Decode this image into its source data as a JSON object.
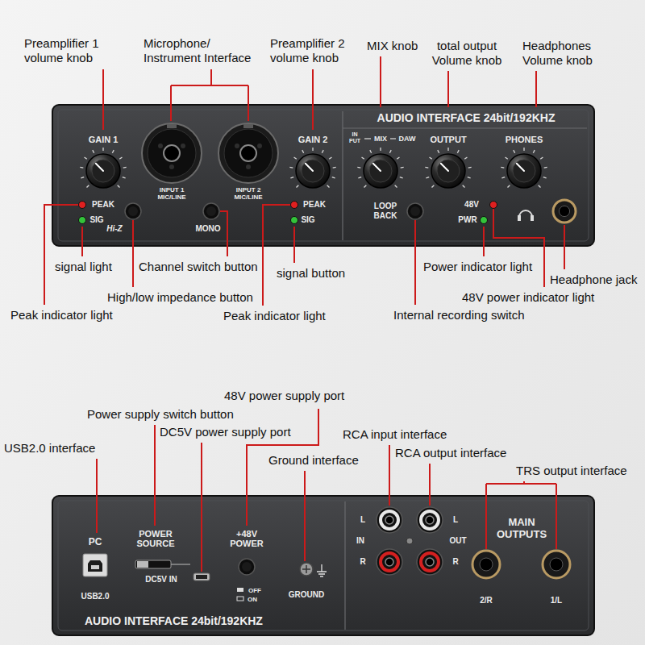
{
  "diagram": {
    "labels": [
      "Preamplifier 1 volume knob",
      "Microphone/ Instrument Interface",
      "Preamplifier 2 volume knob",
      "MIX knob",
      "total output Volume knob",
      "Headphones Volume knob",
      "AUDIO INTERFACE 24bit/192KHZ",
      "GAIN 1",
      "PEAK",
      "SIG",
      "INPUT 1 MIC/LINE",
      "Hi-Z",
      "MONO",
      "INPUT 2 MIC/LINE",
      "GAIN 2",
      "PEAK",
      "SIG",
      "IN PUT",
      "MIX",
      "DAW",
      "OUTPUT",
      "PHONES",
      "LOOP BACK",
      "48V",
      "PWR",
      "signal light",
      "Channel switch button",
      "signal button",
      "Power indicator light",
      "Headphone jack",
      "High/low impedance button",
      "48V power indicator light",
      "Peak indicator light",
      "Peak indicator light",
      "Internal recording switch",
      "48V power supply port",
      "Power supply switch button",
      "DC5V power supply port",
      "USB2.0 interface",
      "Ground interface",
      "RCA input interface",
      "RCA output interface",
      "TRS output interface",
      "PC",
      "USB2.0",
      "POWER SOURCE",
      "DC5V IN",
      "+48V POWER",
      "OFF",
      "ON",
      "GROUND",
      "L",
      "IN",
      "R",
      "L",
      "OUT",
      "R",
      "MAIN OUTPUTS",
      "2/R",
      "1/L",
      "AUDIO INTERFACE 24bit/192KHZ"
    ]
  }
}
